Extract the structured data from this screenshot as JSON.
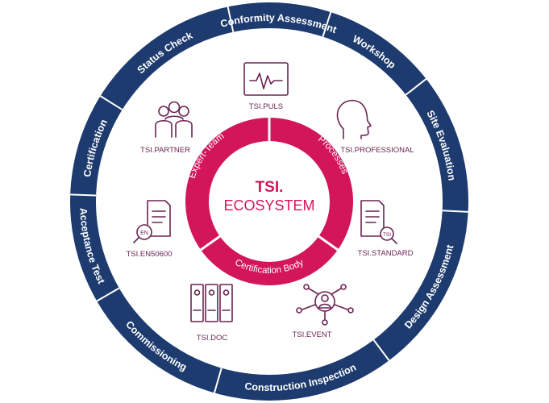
{
  "colors": {
    "ring_navy": "#1d3b6e",
    "core_magenta": "#d3155a",
    "icon_purple": "#6b2453",
    "label_text": "#6b2453",
    "ring_text": "#ffffff",
    "background": "#ffffff"
  },
  "outer_ring": {
    "segments": [
      {
        "label": "Workshop"
      },
      {
        "label": "Site Evaluation"
      },
      {
        "label": "Design Assessment"
      },
      {
        "label": "Construction Inspection"
      },
      {
        "label": "Commissioning"
      },
      {
        "label": "Acceptance Test"
      },
      {
        "label": "Certification"
      },
      {
        "label": "Status Check"
      },
      {
        "label": "Conformity Assessment"
      }
    ]
  },
  "core": {
    "title": "TSI.",
    "subtitle": "ECOSYSTEM",
    "segments": [
      {
        "label": "Processes"
      },
      {
        "label": "Certification Body"
      },
      {
        "label": "Expert-Team"
      }
    ]
  },
  "modules": [
    {
      "label": "TSI.PULS",
      "icon": "pulse-monitor-icon"
    },
    {
      "label": "TSI.PROFESSIONAL",
      "icon": "head-profile-icon"
    },
    {
      "label": "TSI.STANDARD",
      "icon": "document-search-icon",
      "icon_text": "TSI"
    },
    {
      "label": "TSI.EVENT",
      "icon": "network-people-icon"
    },
    {
      "label": "TSI.DOC",
      "icon": "binders-icon"
    },
    {
      "label": "TSI.EN50600",
      "icon": "document-search-icon",
      "icon_text": "EN"
    },
    {
      "label": "TSI.PARTNER",
      "icon": "group-people-icon"
    }
  ]
}
